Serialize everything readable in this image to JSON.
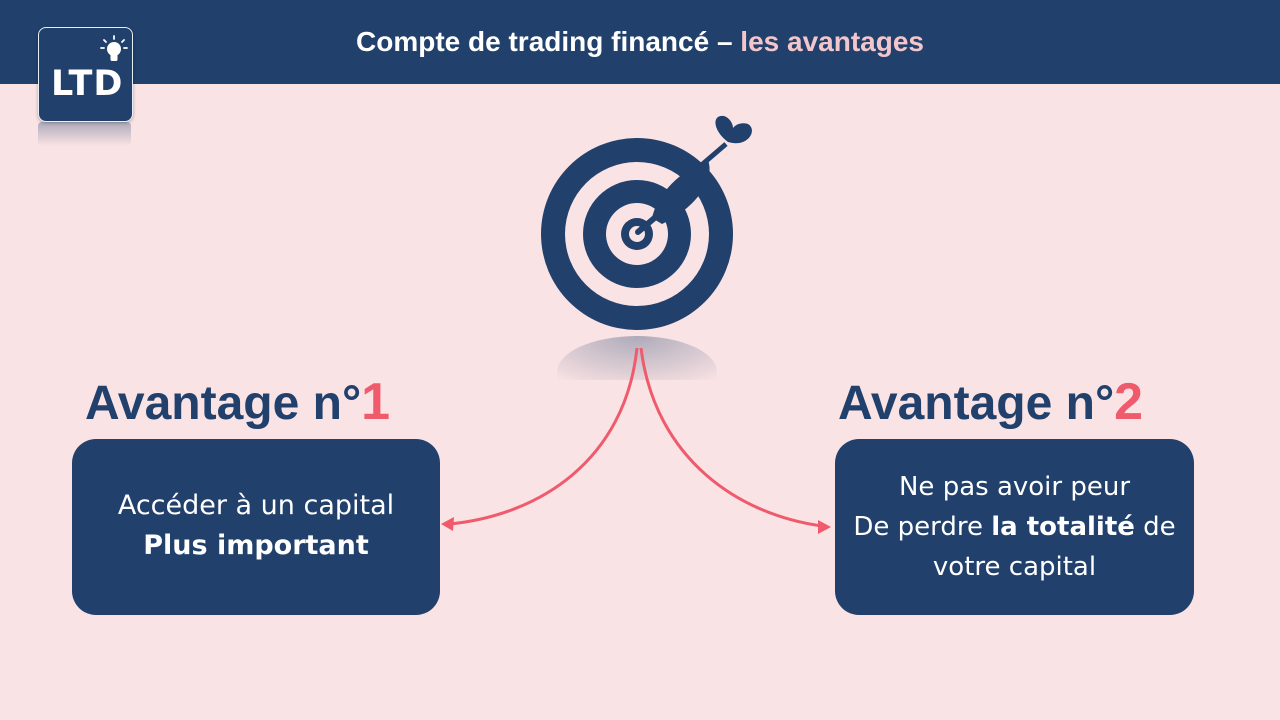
{
  "header": {
    "title_main": "Compte de trading financé – ",
    "title_accent": "les avantages"
  },
  "logo": {
    "text": "LTD"
  },
  "advantage1": {
    "heading": "Avantage n°",
    "number": "1",
    "line1": "Accéder à un capital",
    "line2": "Plus important"
  },
  "advantage2": {
    "heading": "Avantage n°",
    "number": "2",
    "line1": "Ne pas avoir peur",
    "line2_pre": "De perdre ",
    "line2_bold": "la totalité",
    "line2_post": " de",
    "line3": "votre capital"
  },
  "colors": {
    "navy": "#21416c",
    "background": "#fae3e4",
    "accent": "#ef5b6c",
    "accent_light": "#f3c6cc"
  },
  "icons": {
    "center": "target-dart-icon",
    "logo": "lightbulb-icon"
  }
}
